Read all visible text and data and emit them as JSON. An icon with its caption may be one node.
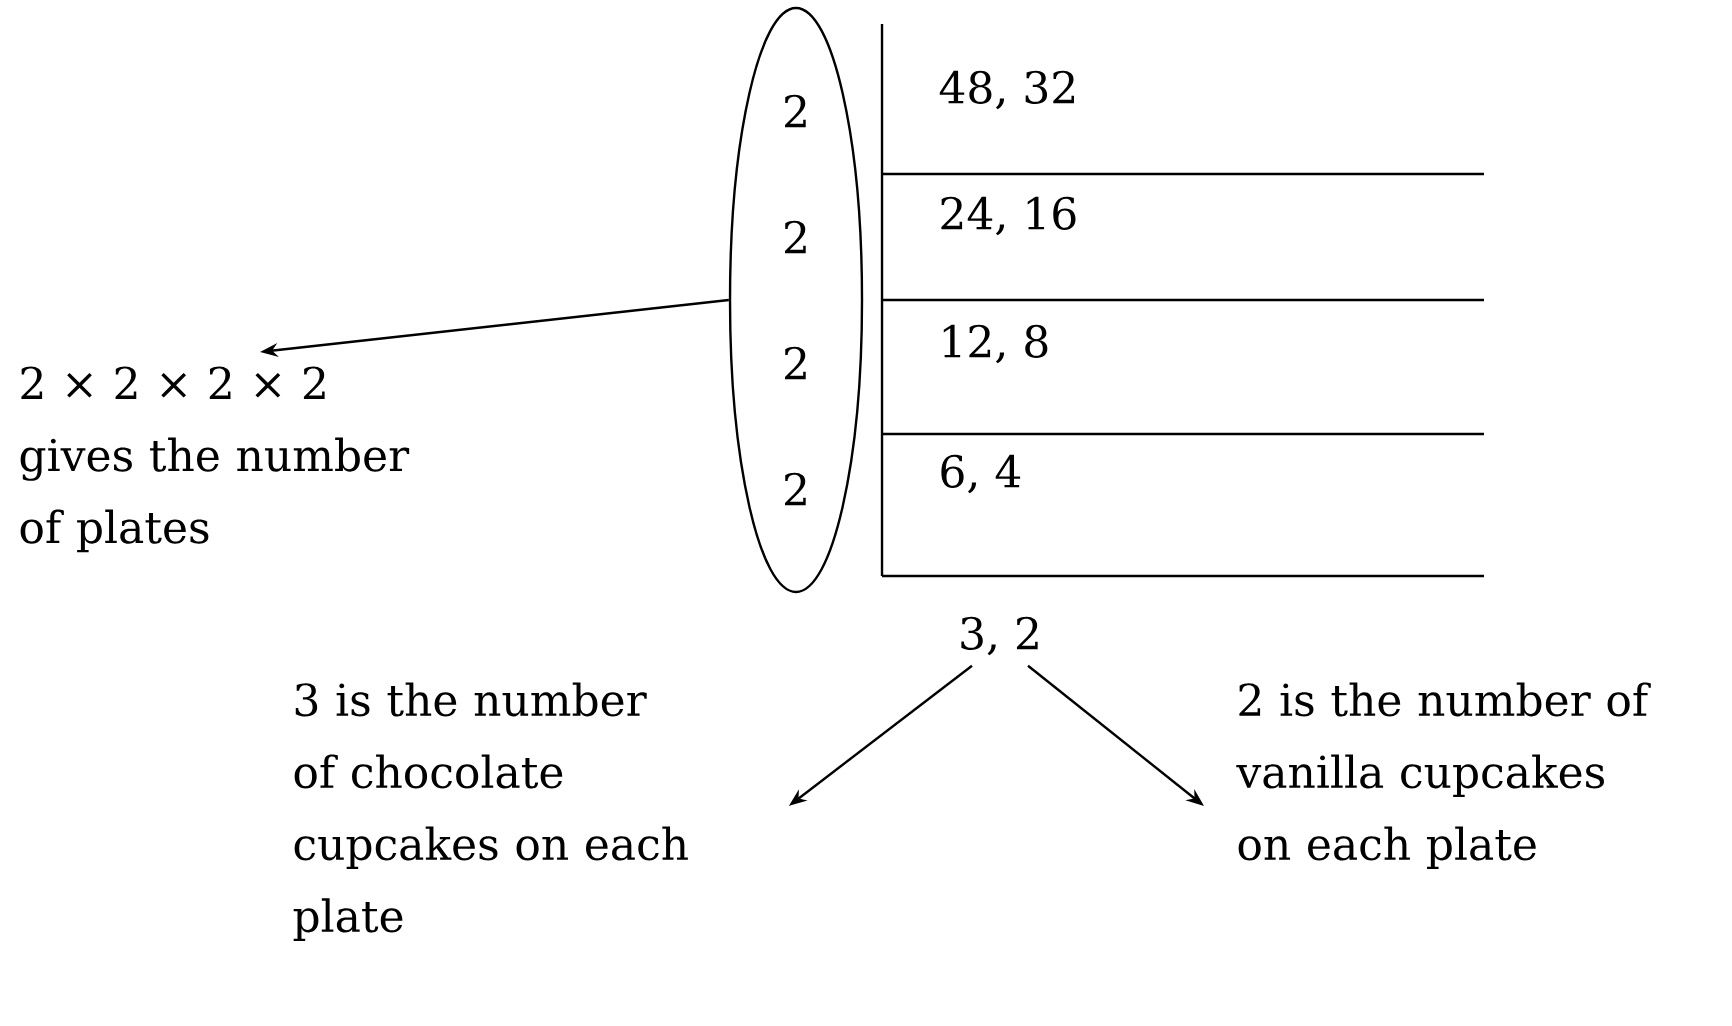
{
  "diagram": {
    "nodes": [
      {
        "text": [
          "2",
          "2",
          "2",
          "2"
        ]
      },
      {
        "text": [
          "2 × 2 × 2 × 2 gives the number of plates"
        ]
      },
      {
        "text": [
          "3, 2"
        ]
      },
      {
        "text": [
          "3 is the number of chocolate cupcakes on each plate"
        ]
      },
      {
        "text": [
          "2 is the number of vanilla cupcakes on each plate"
        ]
      }
    ],
    "edges": [
      {
        "from": 0,
        "to": 1,
        "arrow": "to"
      },
      {
        "from": 2,
        "to": 3,
        "arrow": "to"
      },
      {
        "from": 2,
        "to": 4,
        "arrow": "to"
      }
    ],
    "labels": [
      "48, 32",
      "24, 16",
      "12, 8",
      "6, 4"
    ]
  }
}
